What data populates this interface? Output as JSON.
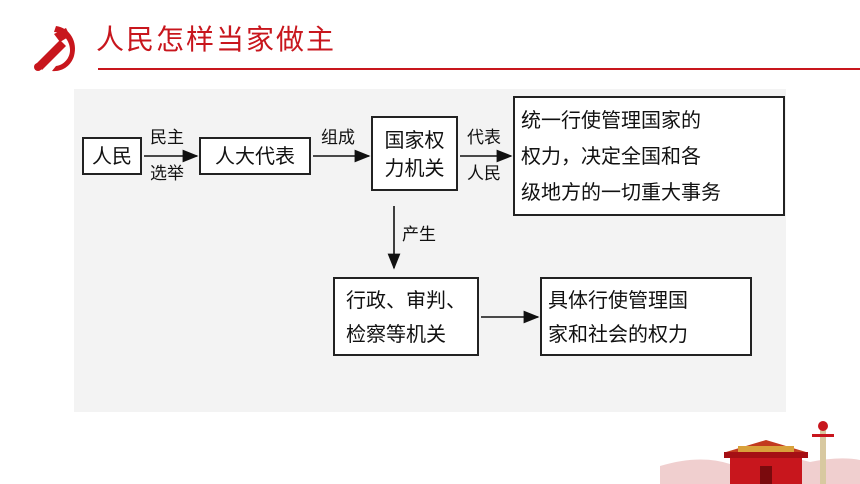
{
  "header": {
    "title": "人民怎样当家做主"
  },
  "diagram": {
    "nodes": {
      "people": "人民",
      "npc_deputies": "人大代表",
      "state_power": "国家权\n力机关",
      "power_desc": "统一行使管理国家的\n权力，决定全国和各\n级地方的一切重大事务",
      "other_organs": "行政、审判、\n检察等机关",
      "specific_power": "具体行使管理国\n家和社会的权力"
    },
    "edges": {
      "elect_top": "民主",
      "elect_bottom": "选举",
      "compose": "组成",
      "represent_top": "代表",
      "represent_bottom": "人民",
      "produce": "产生"
    }
  },
  "colors": {
    "accent": "#c8161d",
    "panel": "#f3f3f3"
  }
}
